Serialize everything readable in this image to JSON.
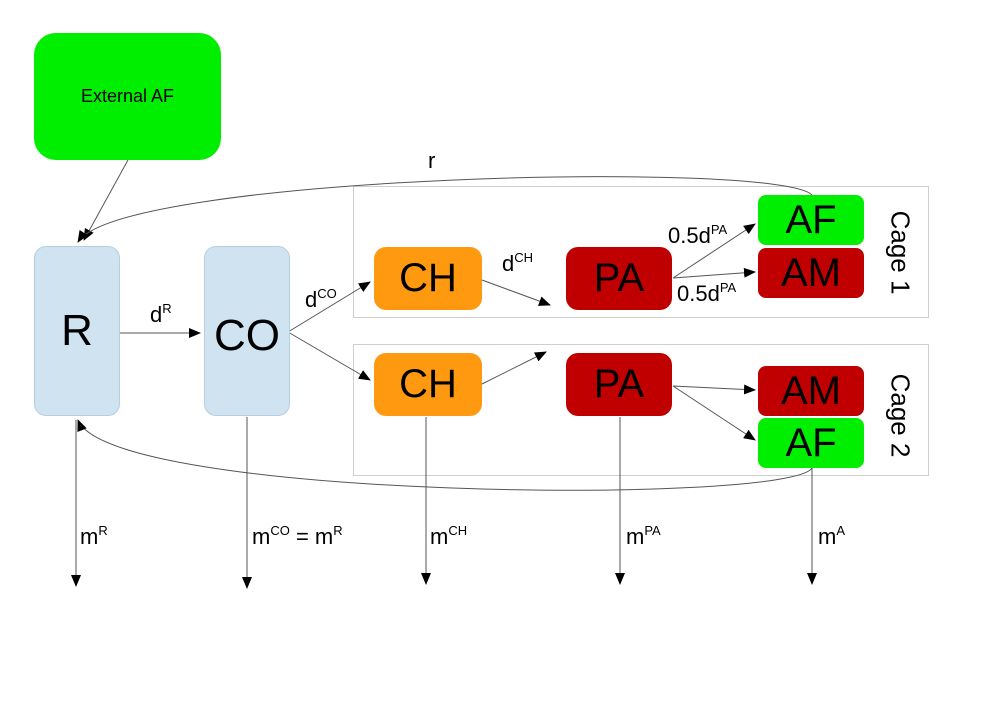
{
  "colors": {
    "external": "#00ee00",
    "compartment": "#cfe3f1",
    "chick": "#ff9910",
    "pre_adult": "#c00000",
    "adult_female": "#00ee00",
    "adult_male": "#c00000"
  },
  "nodes": {
    "external_af": "External AF",
    "r": "R",
    "co": "CO",
    "ch1": "CH",
    "pa1": "PA",
    "af1": "AF",
    "am1": "AM",
    "ch2": "CH",
    "pa2": "PA",
    "am2": "AM",
    "af2": "AF"
  },
  "cages": {
    "cage1": "Cage 1",
    "cage2": "Cage 2"
  },
  "labels": {
    "r": "r",
    "d_base": "d",
    "d_r": "R",
    "d_co": "CO",
    "d_ch": "CH",
    "half_base": "0.5d",
    "half_pa": "PA",
    "m_base": "m",
    "m_r": "R",
    "m_co": "CO",
    "m_co_eq": " = m",
    "m_co_eq_sup": "R",
    "m_ch": "CH",
    "m_pa": "PA",
    "m_a": "A"
  }
}
